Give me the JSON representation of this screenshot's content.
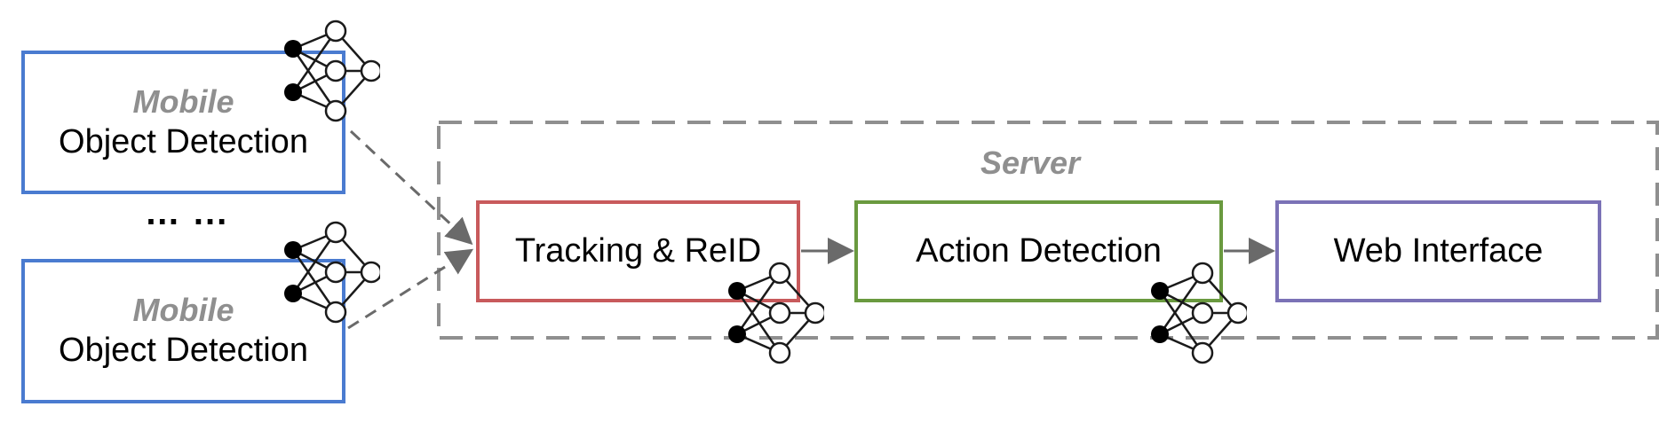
{
  "mobile_nodes": [
    {
      "tag": "Mobile",
      "label": "Object Detection",
      "color": "#4a7bd0"
    },
    {
      "tag": "Mobile",
      "label": "Object Detection",
      "color": "#4a7bd0"
    }
  ],
  "ellipsis": "… ...",
  "server": {
    "label": "Server",
    "border_color": "#8f8f8f",
    "stages": [
      {
        "label": "Tracking & ReID",
        "color": "#c85a5c"
      },
      {
        "label": "Action Detection",
        "color": "#6a9a3f"
      },
      {
        "label": "Web Interface",
        "color": "#7b72b6"
      }
    ]
  },
  "neural_network_icons": [
    "neural-network-icon",
    "neural-network-icon",
    "neural-network-icon",
    "neural-network-icon"
  ],
  "colors": {
    "arrow": "#6a6a6a",
    "icon_stroke": "#1a1a1a"
  }
}
